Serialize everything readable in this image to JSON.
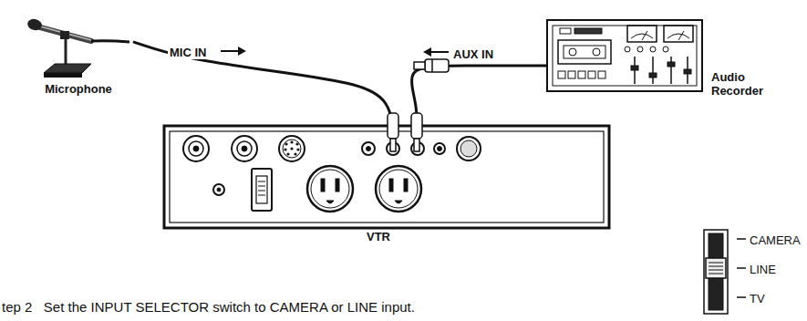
{
  "diagram": {
    "caption": "tep 2   Set the INPUT SELECTOR switch to CAMERA or LINE input.",
    "nodes": [
      {
        "text": [
          "Microphone"
        ]
      },
      {
        "text": [
          "VTR"
        ]
      },
      {
        "text": [
          "Audio Recorder"
        ]
      }
    ],
    "edges": [
      {
        "from": 0,
        "to": 1,
        "label": "MIC IN",
        "arrow": "none"
      },
      {
        "from": 2,
        "to": 1,
        "label": "AUX IN",
        "arrow": "none"
      }
    ],
    "labels": [
      "CAMERA",
      "LINE",
      "TV"
    ]
  }
}
